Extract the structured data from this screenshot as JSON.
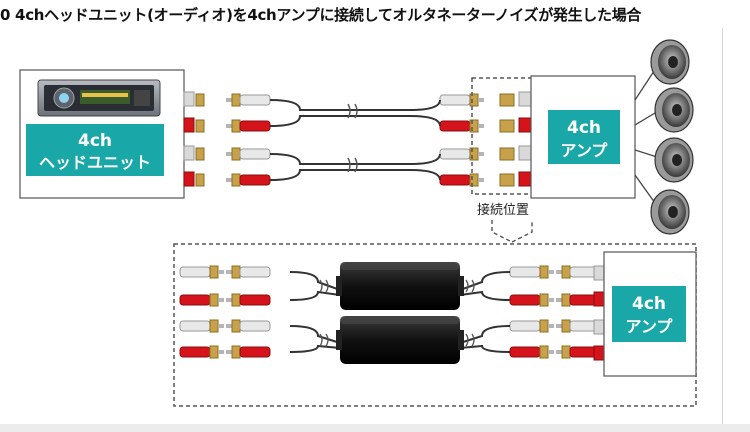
{
  "title": "0 4chヘッドユニット(オーディオ)を4chアンプに接続してオルタネーターノイズが発生した場合",
  "head_unit": {
    "line1": "4ch",
    "line2": "ヘッドユニット"
  },
  "amp_top": {
    "line1": "4ch",
    "line2": "アンプ"
  },
  "amp_bottom": {
    "line1": "4ch",
    "line2": "アンプ"
  },
  "connection_label": "接続位置",
  "colors": {
    "teal": "#1aa7a7",
    "red": "#d4141a",
    "white": "#e8e8e8",
    "gold": "#c8a24a",
    "cable": "#333333"
  },
  "icons": [
    "car-stereo-icon",
    "speaker-icon",
    "rca-plug-icon",
    "noise-filter-icon"
  ]
}
